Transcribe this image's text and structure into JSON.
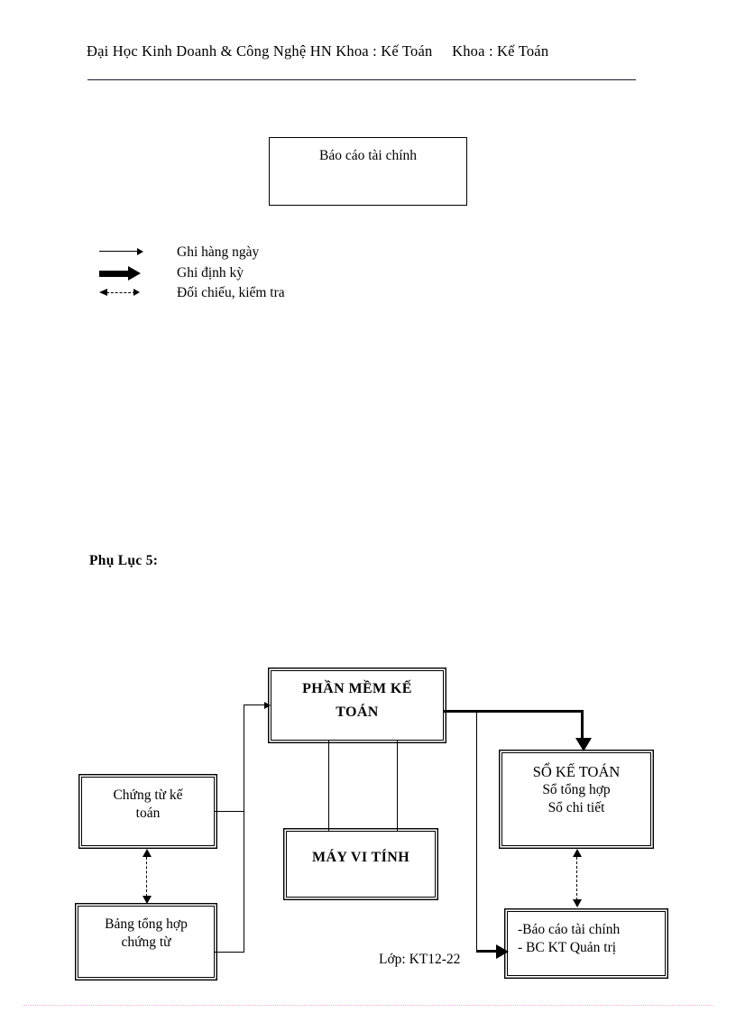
{
  "header": {
    "title": "Đại Học Kinh Doanh & Công Nghệ HN Khoa : Kế Toán     Khoa : Kế Toán"
  },
  "top_diagram": {
    "report_box": {
      "label": "Báo cáo tài chính"
    },
    "legend": {
      "items": [
        {
          "glyph": "thin-arrow-icon",
          "label": "Ghi hàng ngày"
        },
        {
          "glyph": "thick-arrow-icon",
          "label": "Ghi định kỳ"
        },
        {
          "glyph": "dashed-double-arrow-icon",
          "label": "Đối chiếu, kiểm tra"
        }
      ]
    }
  },
  "section": {
    "label": "Phụ Lục 5:"
  },
  "flowchart": {
    "software_box": {
      "line1": "PHẦN MỀM KẾ",
      "line2": "TOÁN"
    },
    "computer_box": {
      "label": "MÁY VI TÍNH"
    },
    "vouchers_box": {
      "line1": "Chứng từ kế",
      "line2": "toán"
    },
    "summary_box": {
      "line1": "Bảng tổng hợp",
      "line2": "chứng từ"
    },
    "ledger_box": {
      "line1": "SỔ KẾ TOÁN",
      "line2": "Sổ tổng hợp",
      "line3": "Sổ chi tiết"
    },
    "reports_box": {
      "line1": "-Báo cáo tài chính",
      "line2": "- BC KT Quản trị"
    },
    "caption": "Lớp: KT12-22"
  }
}
